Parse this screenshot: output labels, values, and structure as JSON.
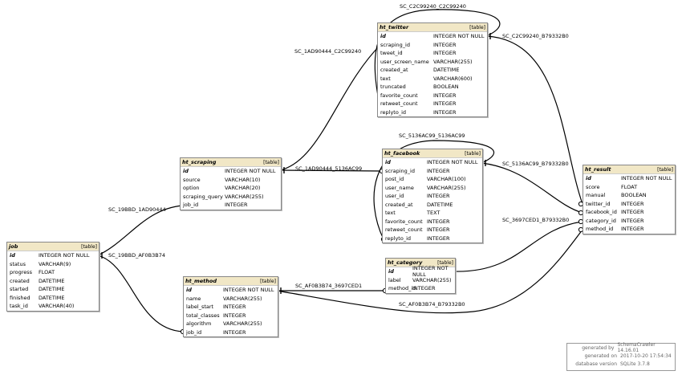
{
  "tables": [
    {
      "id": "ht_twitter",
      "name": "ht_twitter",
      "kind": "[table]",
      "columns": [
        {
          "name": "id",
          "type": "INTEGER NOT NULL",
          "pk": true
        },
        {
          "name": "scraping_id",
          "type": "INTEGER"
        },
        {
          "name": "tweet_id",
          "type": "INTEGER"
        },
        {
          "name": "user_screen_name",
          "type": "VARCHAR(255)"
        },
        {
          "name": "created_at",
          "type": "DATETIME"
        },
        {
          "name": "text",
          "type": "VARCHAR(600)"
        },
        {
          "name": "truncated",
          "type": "BOOLEAN"
        },
        {
          "name": "favorite_count",
          "type": "INTEGER"
        },
        {
          "name": "retweet_count",
          "type": "INTEGER"
        },
        {
          "name": "replyto_id",
          "type": "INTEGER"
        }
      ]
    },
    {
      "id": "ht_facebook",
      "name": "ht_facebook",
      "kind": "[table]",
      "columns": [
        {
          "name": "id",
          "type": "INTEGER NOT NULL",
          "pk": true
        },
        {
          "name": "scraping_id",
          "type": "INTEGER"
        },
        {
          "name": "post_id",
          "type": "VARCHAR(100)"
        },
        {
          "name": "user_name",
          "type": "VARCHAR(255)"
        },
        {
          "name": "user_id",
          "type": "INTEGER"
        },
        {
          "name": "created_at",
          "type": "DATETIME"
        },
        {
          "name": "text",
          "type": "TEXT"
        },
        {
          "name": "favorite_count",
          "type": "INTEGER"
        },
        {
          "name": "retweet_count",
          "type": "INTEGER"
        },
        {
          "name": "replyto_id",
          "type": "INTEGER"
        }
      ]
    },
    {
      "id": "ht_scraping",
      "name": "ht_scraping",
      "kind": "[table]",
      "columns": [
        {
          "name": "id",
          "type": "INTEGER NOT NULL",
          "pk": true
        },
        {
          "name": "source",
          "type": "VARCHAR(10)"
        },
        {
          "name": "option",
          "type": "VARCHAR(20)"
        },
        {
          "name": "scraping_query",
          "type": "VARCHAR(255)"
        },
        {
          "name": "job_id",
          "type": "INTEGER"
        }
      ]
    },
    {
      "id": "ht_result",
      "name": "ht_result",
      "kind": "[table]",
      "columns": [
        {
          "name": "id",
          "type": "INTEGER NOT NULL",
          "pk": true
        },
        {
          "name": "score",
          "type": "FLOAT"
        },
        {
          "name": "manual",
          "type": "BOOLEAN"
        },
        {
          "name": "twitter_id",
          "type": "INTEGER"
        },
        {
          "name": "facebook_id",
          "type": "INTEGER"
        },
        {
          "name": "category_id",
          "type": "INTEGER"
        },
        {
          "name": "method_id",
          "type": "INTEGER"
        }
      ]
    },
    {
      "id": "job",
      "name": "job",
      "kind": "[table]",
      "columns": [
        {
          "name": "id",
          "type": "INTEGER NOT NULL",
          "pk": true
        },
        {
          "name": "status",
          "type": "VARCHAR(9)"
        },
        {
          "name": "progress",
          "type": "FLOAT"
        },
        {
          "name": "created",
          "type": "DATETIME"
        },
        {
          "name": "started",
          "type": "DATETIME"
        },
        {
          "name": "finished",
          "type": "DATETIME"
        },
        {
          "name": "task_id",
          "type": "VARCHAR(40)"
        }
      ]
    },
    {
      "id": "ht_category",
      "name": "ht_category",
      "kind": "[table]",
      "columns": [
        {
          "name": "id",
          "type": "INTEGER NOT NULL",
          "pk": true
        },
        {
          "name": "label",
          "type": "VARCHAR(255)"
        },
        {
          "name": "method_id",
          "type": "INTEGER"
        }
      ]
    },
    {
      "id": "ht_method",
      "name": "ht_method",
      "kind": "[table]",
      "columns": [
        {
          "name": "id",
          "type": "INTEGER NOT NULL",
          "pk": true
        },
        {
          "name": "name",
          "type": "VARCHAR(255)"
        },
        {
          "name": "label_start",
          "type": "INTEGER"
        },
        {
          "name": "total_classes",
          "type": "INTEGER"
        },
        {
          "name": "algorithm",
          "type": "VARCHAR(255)"
        },
        {
          "name": "job_id",
          "type": "INTEGER"
        }
      ]
    }
  ],
  "relationships": [
    {
      "id": "r1",
      "label": "SC_C2C99240_C2C99240"
    },
    {
      "id": "r2",
      "label": "SC_1AD90444_C2C99240"
    },
    {
      "id": "r3",
      "label": "SC_C2C99240_B79332B0"
    },
    {
      "id": "r4",
      "label": "SC_5136AC99_5136AC99"
    },
    {
      "id": "r5",
      "label": "SC_1AD90444_5136AC99"
    },
    {
      "id": "r6",
      "label": "SC_5136AC99_B79332B0"
    },
    {
      "id": "r7",
      "label": "SC_19BBD_1AD90444"
    },
    {
      "id": "r8",
      "label": "SC_3697CED1_B79332B0"
    },
    {
      "id": "r9",
      "label": "SC_19BBD_AF0B3B74"
    },
    {
      "id": "r10",
      "label": "SC_AF0B3B74_3697CED1"
    },
    {
      "id": "r11",
      "label": "SC_AF0B3B74_B79332B0"
    }
  ],
  "info": {
    "generated_by_label": "generated by",
    "generated_by_value": "SchemaCrawler 14.16.01",
    "generated_on_label": "generated on",
    "generated_on_value": "2017-10-20 17:54:34",
    "db_version_label": "database version",
    "db_version_value": "SQLite 3.7.8"
  }
}
